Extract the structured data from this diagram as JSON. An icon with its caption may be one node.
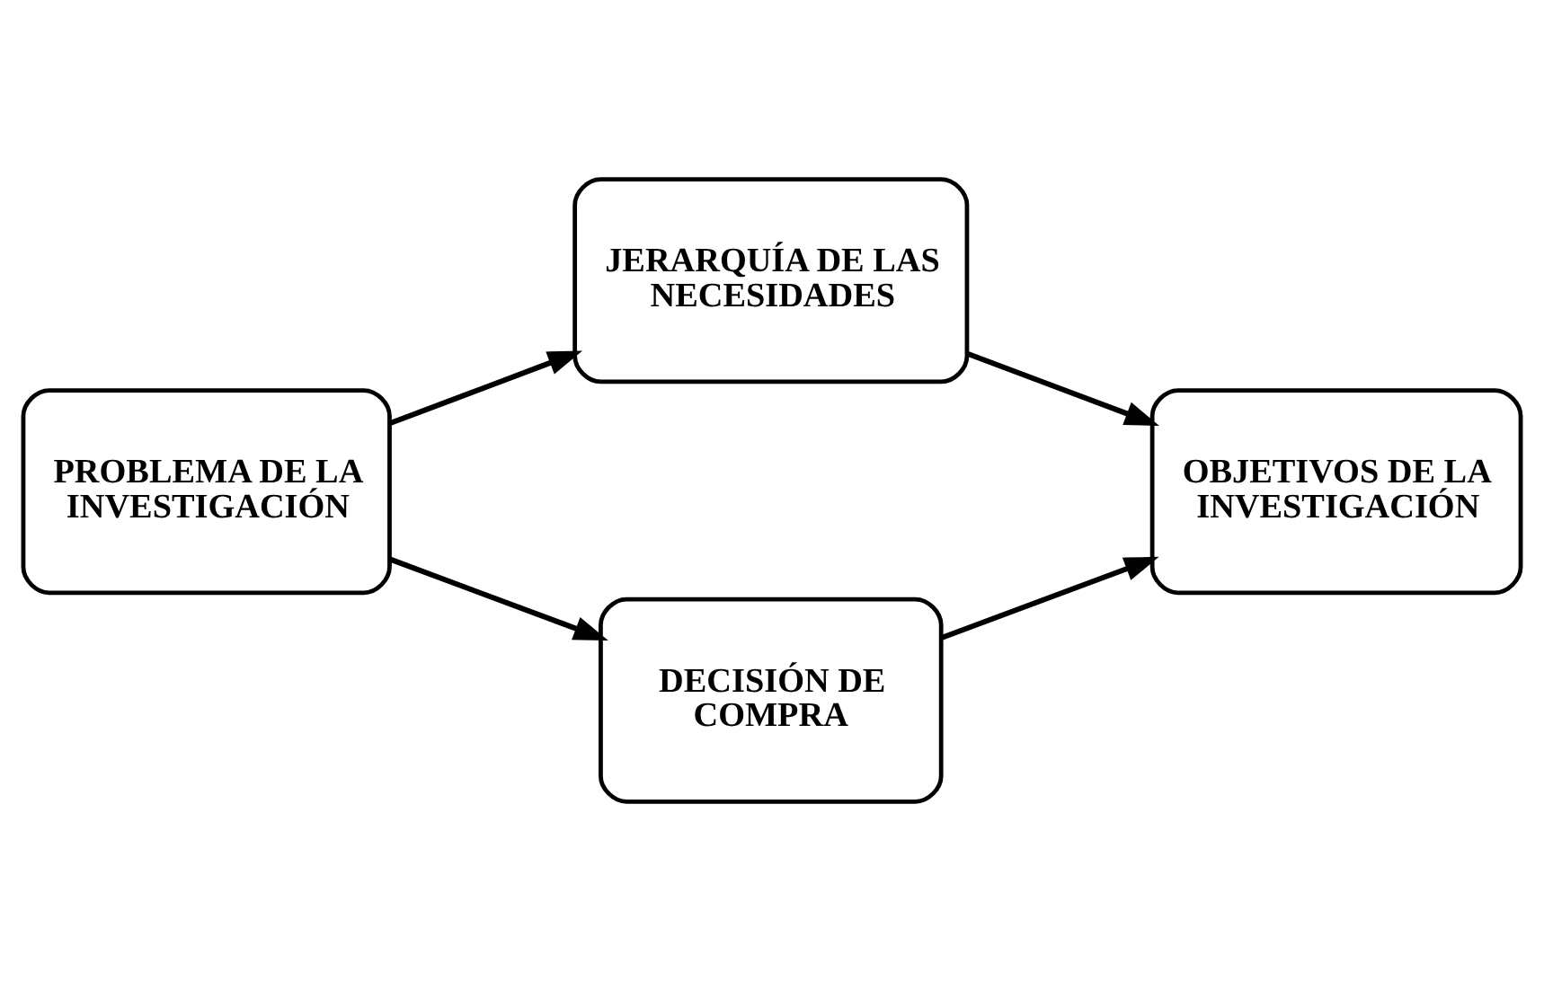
{
  "diagram": {
    "nodes": [
      {
        "text": [
          "PROBLEMA DE LA INVESTIGACIÓN"
        ]
      },
      {
        "text": [
          "JERARQUÍA DE LAS NECESIDADES"
        ]
      },
      {
        "text": [
          "DECISIÓN DE COMPRA"
        ]
      },
      {
        "text": [
          "OBJETIVOS DE LA INVESTIGACIÓN"
        ]
      }
    ],
    "edges": [
      {
        "from": 0,
        "to": 1,
        "arrow": "to"
      },
      {
        "from": 0,
        "to": 2,
        "arrow": "to"
      },
      {
        "from": 1,
        "to": 3,
        "arrow": "to"
      },
      {
        "from": 2,
        "to": 3,
        "arrow": "to"
      }
    ]
  }
}
